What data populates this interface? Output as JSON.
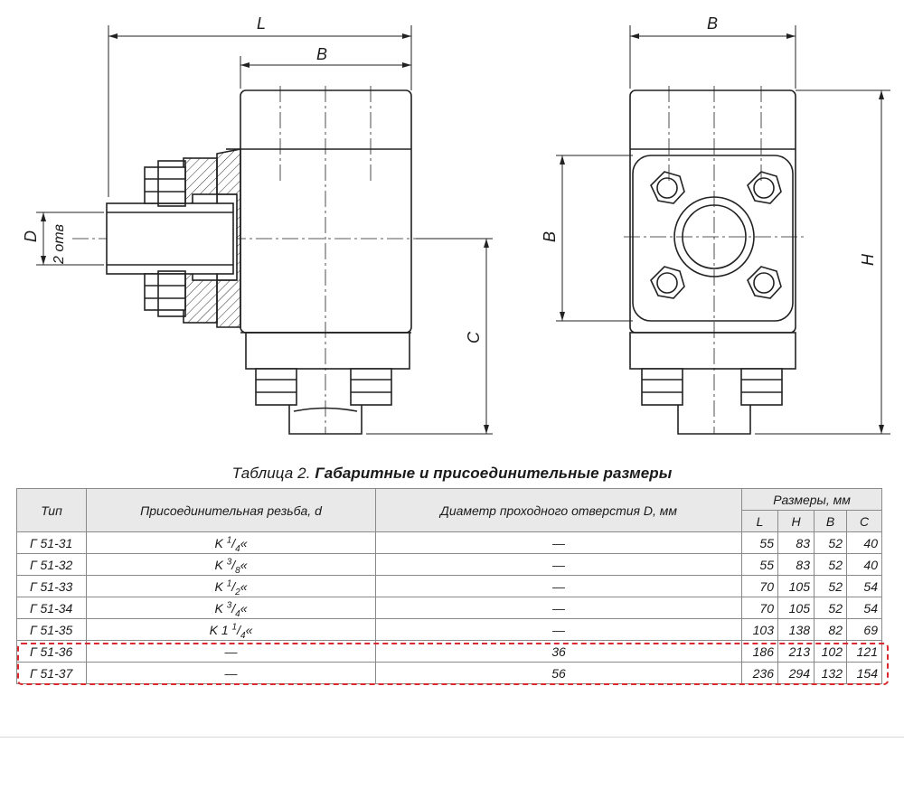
{
  "drawing": {
    "dims": {
      "L": "L",
      "B_top": "B",
      "B_right_top": "B",
      "B_right_side": "B",
      "H": "H",
      "C": "C",
      "D": "D",
      "holes": "2 отв"
    }
  },
  "caption": {
    "prefix": "Таблица 2.",
    "title": "Габаритные и присоединительные размеры"
  },
  "table": {
    "headers": {
      "type": "Тип",
      "thread": "Присоединительная резьба, d",
      "diameter": "Диаметр проходного отверстия D, мм",
      "sizes": "Размеры, мм",
      "L": "L",
      "H": "H",
      "B": "B",
      "C": "C"
    },
    "rows": [
      {
        "type": "Г 51-31",
        "thr_pre": "K ",
        "thr_sup": "1",
        "thr_sub": "4",
        "thr_post": "«",
        "diameter": "—",
        "L": "55",
        "H": "83",
        "B": "52",
        "C": "40"
      },
      {
        "type": "Г 51-32",
        "thr_pre": "K ",
        "thr_sup": "3",
        "thr_sub": "8",
        "thr_post": "«",
        "diameter": "—",
        "L": "55",
        "H": "83",
        "B": "52",
        "C": "40"
      },
      {
        "type": "Г 51-33",
        "thr_pre": "K ",
        "thr_sup": "1",
        "thr_sub": "2",
        "thr_post": "«",
        "diameter": "—",
        "L": "70",
        "H": "105",
        "B": "52",
        "C": "54"
      },
      {
        "type": "Г 51-34",
        "thr_pre": "K ",
        "thr_sup": "3",
        "thr_sub": "4",
        "thr_post": "«",
        "diameter": "—",
        "L": "70",
        "H": "105",
        "B": "52",
        "C": "54"
      },
      {
        "type": "Г 51-35",
        "thr_pre": "K 1 ",
        "thr_sup": "1",
        "thr_sub": "4",
        "thr_post": "«",
        "diameter": "—",
        "L": "103",
        "H": "138",
        "B": "82",
        "C": "69"
      },
      {
        "type": "Г 51-36",
        "thr_pre": "—",
        "thr_sup": "",
        "thr_sub": "",
        "thr_post": "",
        "diameter": "36",
        "L": "186",
        "H": "213",
        "B": "102",
        "C": "121"
      },
      {
        "type": "Г 51-37",
        "thr_pre": "—",
        "thr_sup": "",
        "thr_sub": "",
        "thr_post": "",
        "diameter": "56",
        "L": "236",
        "H": "294",
        "B": "132",
        "C": "154"
      }
    ]
  }
}
